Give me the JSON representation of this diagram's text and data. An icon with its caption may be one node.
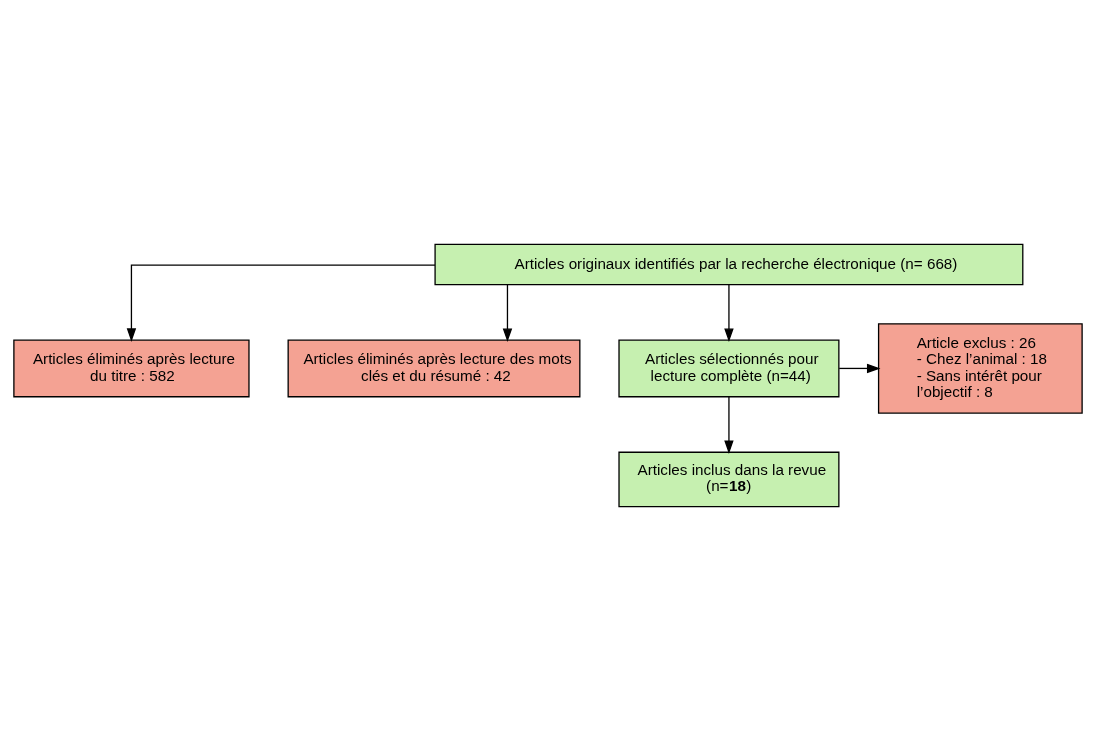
{
  "diagram": {
    "nodes": [
      {
        "text": [
          "Articles originaux identifiés par la recherche électronique (n= 668)"
        ]
      },
      {
        "text": [
          "Articles éliminés après lecture du titre : 582"
        ]
      },
      {
        "text": [
          "Articles éliminés après lecture des mots clés et du résumé : 42"
        ]
      },
      {
        "text": [
          "Articles sélectionnés pour lecture complète (n=44)"
        ]
      },
      {
        "text": [
          "Article exclus : 26",
          "- Chez l’animal : 18",
          "- Sans intérêt pour l’objectif : 8"
        ]
      },
      {
        "text": [
          "Articles inclus dans la revue (n=**18**)"
        ]
      }
    ],
    "edges": [
      {
        "from": 0,
        "to": 1,
        "arrow": "to"
      },
      {
        "from": 0,
        "to": 2,
        "arrow": "to"
      },
      {
        "from": 0,
        "to": 3,
        "arrow": "to"
      },
      {
        "from": 3,
        "to": 4,
        "arrow": "to"
      },
      {
        "from": 3,
        "to": 5,
        "arrow": "to"
      }
    ]
  }
}
